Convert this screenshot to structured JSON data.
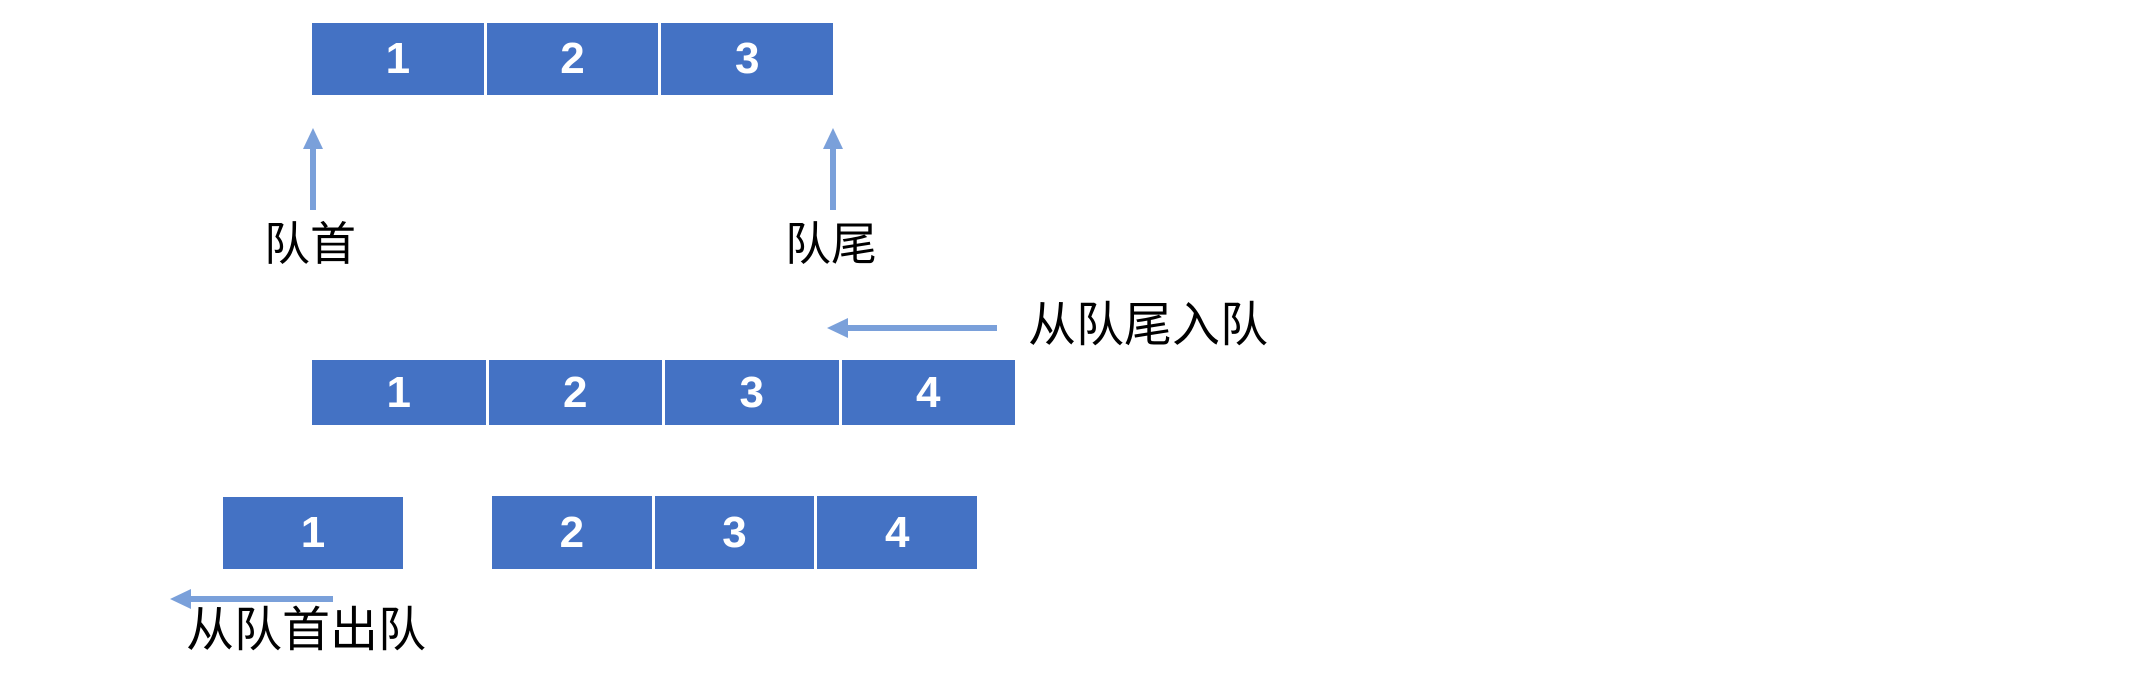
{
  "colors": {
    "box_fill": "#4472C4",
    "arrow": "#7AA0DA",
    "label_text": "#000000",
    "cell_number": "#FFFFFF",
    "background": "#FFFFFF"
  },
  "labels": {
    "front": "队首",
    "rear": "队尾",
    "enqueue": "从队尾入队",
    "dequeue": "从队首出队"
  },
  "queues": {
    "initial": {
      "cells": [
        "1",
        "2",
        "3"
      ]
    },
    "after_enqueue": {
      "cells": [
        "1",
        "2",
        "3",
        "4"
      ]
    },
    "dequeued_item": {
      "cells": [
        "1"
      ]
    },
    "after_dequeue": {
      "cells": [
        "2",
        "3",
        "4"
      ]
    }
  }
}
